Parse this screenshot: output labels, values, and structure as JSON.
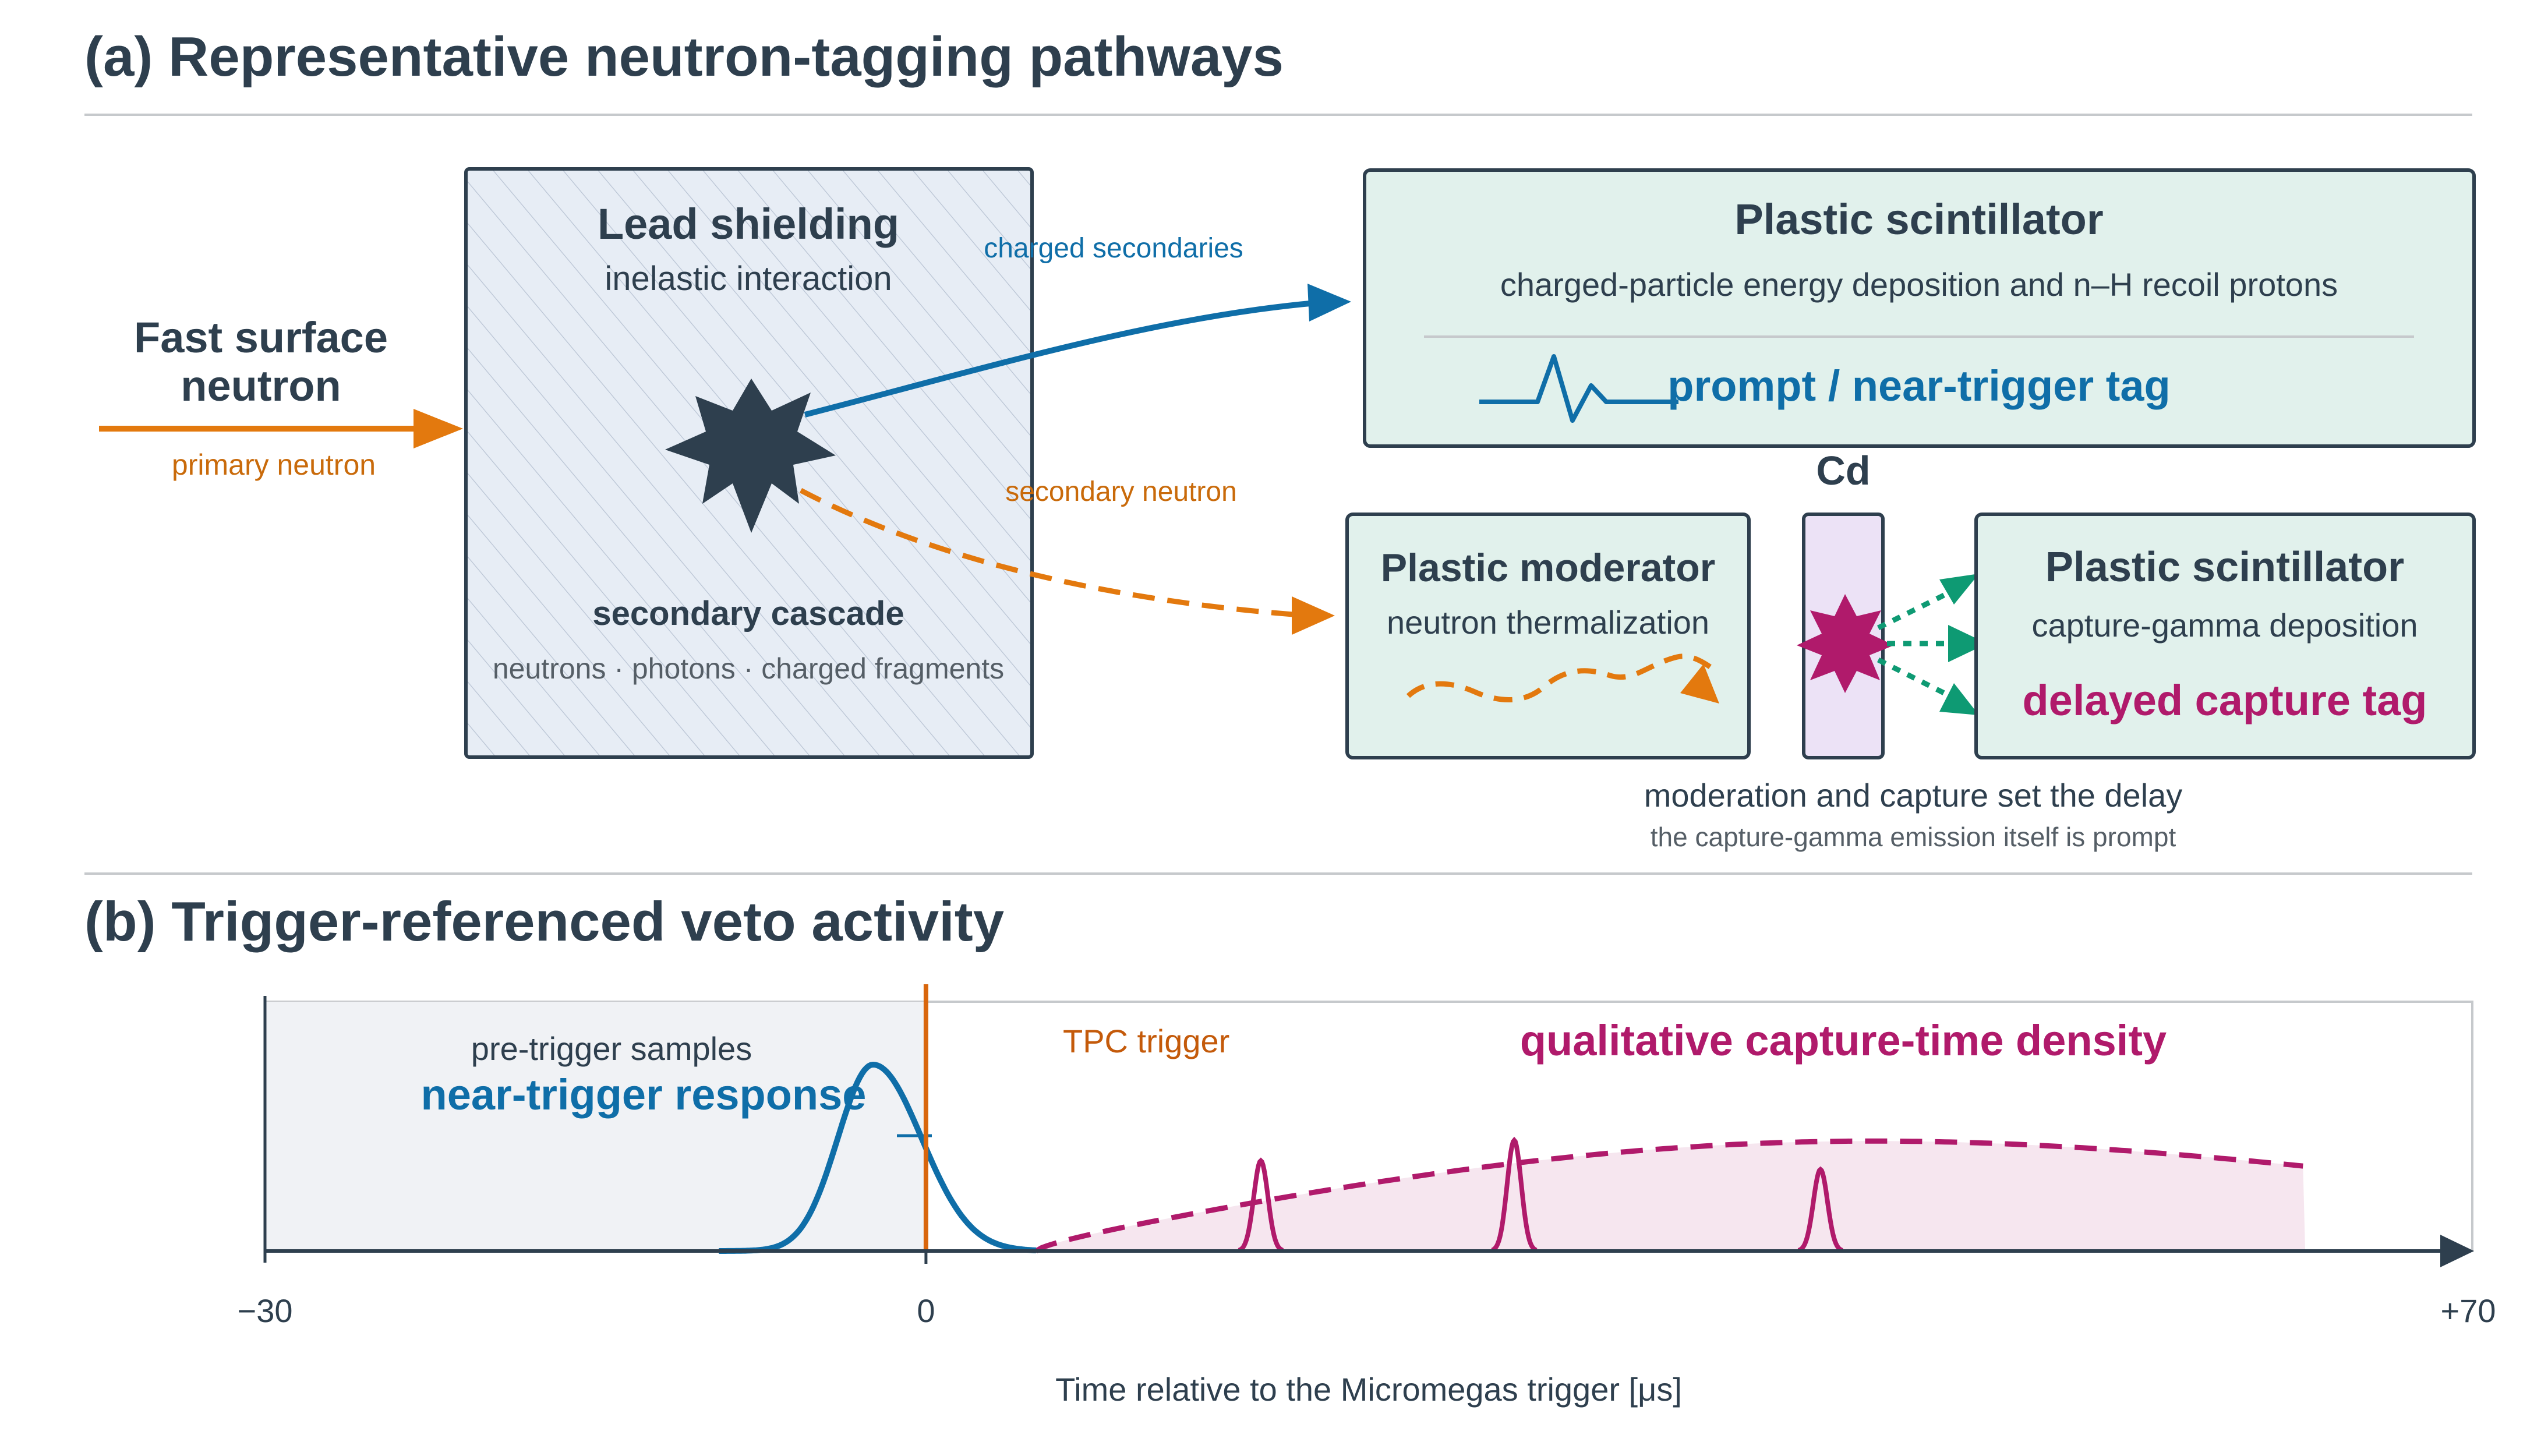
{
  "colors": {
    "dark": "#2e3f4e",
    "orange": "#e3790e",
    "orange_text": "#c96a0a",
    "blue": "#0f6ea8",
    "magenta": "#b01a6b",
    "green": "#0e9a73",
    "box_green": "#e1f1ec",
    "box_lead": "#e7edf5",
    "cd_fill": "#ece2f6",
    "grey_text": "#555e66",
    "rule": "#c6c9cc"
  },
  "panel_a": {
    "title": "(a) Representative neutron-tagging pathways",
    "source": {
      "line1": "Fast surface",
      "line2": "neutron",
      "arrow_label": "primary neutron"
    },
    "lead": {
      "title": "Lead shielding",
      "subtitle": "inelastic interaction",
      "cascade_title": "secondary cascade",
      "cascade_items": "neutrons · photons · charged fragments"
    },
    "charged_label": "charged secondaries",
    "neutron_label": "secondary neutron",
    "scint_top": {
      "title": "Plastic scintillator",
      "subtitle": "charged-particle energy deposition and n–H recoil protons",
      "tag": "prompt / near-trigger tag"
    },
    "moderator": {
      "title": "Plastic moderator",
      "subtitle": "neutron thermalization"
    },
    "cd_label": "Cd",
    "scint_bottom": {
      "title": "Plastic scintillator",
      "subtitle": "capture-gamma deposition",
      "tag": "delayed capture tag"
    },
    "note": "moderation and capture set the delay",
    "note_sub": "the capture-gamma emission itself is prompt"
  },
  "panel_b": {
    "title": "(b) Trigger-referenced veto activity",
    "pretrigger_label": "pre-trigger samples",
    "near_trigger_label": "near-trigger response",
    "trigger_label": "TPC trigger",
    "density_label": "qualitative capture-time density",
    "axis_label": "Time relative to the Micromegas trigger [μs]",
    "ticks": [
      "−30",
      "0",
      "+70"
    ]
  },
  "chart_data": {
    "type": "line",
    "x_label": "Time relative to the Micromegas trigger [μs]",
    "x_range": [
      -30,
      70
    ],
    "x_ticks": [
      -30,
      0,
      70
    ],
    "shaded_region": {
      "label": "pre-trigger samples",
      "x": [
        -30,
        0
      ]
    },
    "markers": [
      {
        "label": "TPC trigger",
        "x": 0
      }
    ],
    "series": [
      {
        "name": "near-trigger response",
        "style": "solid",
        "shape": "peak",
        "peak_x": -2.4,
        "x_extent": [
          -9.4,
          5
        ]
      },
      {
        "name": "qualitative capture-time density",
        "style": "dashed",
        "x_extent": [
          5,
          62.6
        ]
      },
      {
        "style": "solid",
        "shape": "pulses",
        "peak_x": [
          15.2,
          26.7,
          40.6
        ]
      }
    ]
  }
}
